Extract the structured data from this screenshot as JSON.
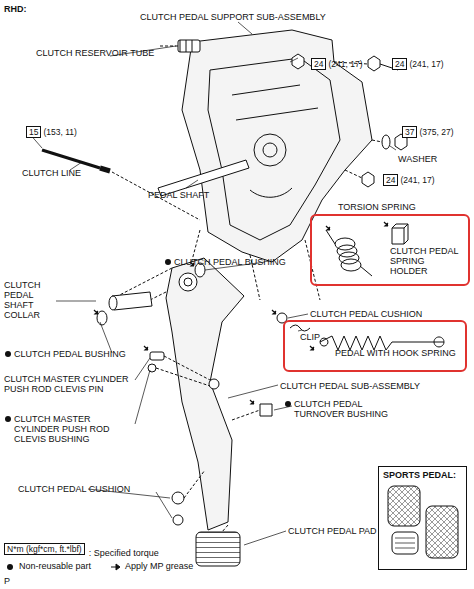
{
  "diagram": {
    "nodes": [
      {
        "text": [
          "24",
          "(241, 17)"
        ]
      },
      {
        "text": [
          "24",
          "(241, 17)"
        ]
      },
      {
        "text": [
          "37",
          "(375, 27)"
        ]
      },
      {
        "text": [
          "15",
          "(153, 11)"
        ]
      },
      {
        "text": [
          "24",
          "(241, 17)"
        ]
      },
      {
        "text": [
          "TORSION SPRING",
          "CLUTCH PEDAL SPRING HOLDER"
        ]
      },
      {
        "text": [
          "PEDAL WITH HOOK SPRING"
        ]
      },
      {
        "text": [
          "SPORTS PEDAL:"
        ]
      },
      {
        "text": [
          "N*m (kgf*cm, ft.*lbf)"
        ]
      }
    ],
    "labels": [
      "RHD:",
      "CLUTCH PEDAL SUPPORT SUB-ASSEMBLY",
      "CLUTCH RESERVOIR TUBE",
      "WASHER",
      "CLUTCH LINE",
      "PEDAL SHAFT",
      "CLUTCH PEDAL BUSHING",
      "CLUTCH PEDAL SHAFT COLLAR",
      "CLUTCH PEDAL CUSHION",
      "CLIP",
      "CLUTCH PEDAL BUSHING",
      "CLUTCH MASTER CYLINDER PUSH ROD CLEVIS PIN",
      "CLUTCH PEDAL SUB-ASSEMBLY",
      "CLUTCH PEDAL TURNOVER BUSHING",
      "CLUTCH MASTER CYLINDER PUSH ROD CLEVIS BUSHING",
      "CLUTCH PEDAL CUSHION",
      "CLUTCH PEDAL PAD",
      ": Specified torque",
      "P"
    ],
    "legend": [
      {
        "text": "Non-reusable part"
      },
      {
        "text": "Apply MP grease"
      }
    ]
  }
}
